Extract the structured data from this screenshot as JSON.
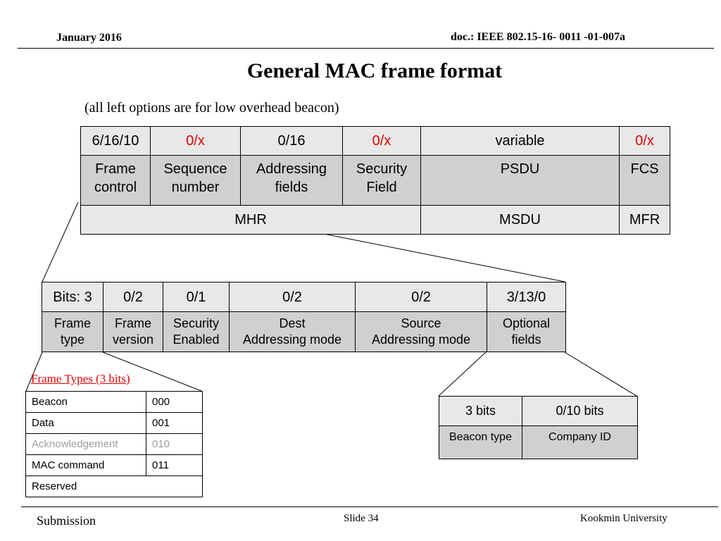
{
  "header": {
    "date": "January 2016",
    "doc": "doc.: IEEE 802.15-16- 0011 -01-007a"
  },
  "title": "General MAC frame format",
  "subtitle": "(all left options are for low overhead beacon)",
  "main_table": {
    "sizes": [
      "6/16/10",
      "0/x",
      "0/16",
      "0/x",
      "variable",
      "0/x"
    ],
    "fields": [
      [
        "Frame",
        "control"
      ],
      [
        "Sequence",
        "number"
      ],
      [
        "Addressing",
        "fields"
      ],
      [
        "Security",
        "Field"
      ],
      [
        "PSDU",
        ""
      ],
      [
        "FCS",
        ""
      ]
    ],
    "groups": [
      "MHR",
      "MSDU",
      "MFR"
    ]
  },
  "frame_control_table": {
    "bits": [
      "Bits: 3",
      "0/2",
      "0/1",
      "0/2",
      "0/2",
      "3/13/0"
    ],
    "fields": [
      [
        "Frame",
        "type"
      ],
      [
        "Frame",
        "version"
      ],
      [
        "Security",
        "Enabled"
      ],
      [
        "Dest",
        "Addressing mode"
      ],
      [
        "Source",
        "Addressing mode"
      ],
      [
        "Optional",
        "fields"
      ]
    ]
  },
  "frame_types": {
    "title": "Frame Types (3 bits)",
    "rows": [
      {
        "name": "Beacon",
        "code": "000"
      },
      {
        "name": "Data",
        "code": "001"
      },
      {
        "name": "Acknowledgement",
        "code": "010"
      },
      {
        "name": "MAC command",
        "code": "011"
      },
      {
        "name": "Reserved",
        "code": ""
      }
    ]
  },
  "optional_fields_table": {
    "bits": [
      "3 bits",
      "0/10 bits"
    ],
    "fields": [
      "Beacon type",
      "Company ID"
    ]
  },
  "footer": {
    "left": "Submission",
    "center": "Slide 34",
    "right": "Kookmin University"
  },
  "colors": {
    "accent_red": "#e00000",
    "cell_light": "#e8e8e8",
    "cell_dark": "#d0d0d0",
    "muted_gray": "#a0a0a0"
  }
}
